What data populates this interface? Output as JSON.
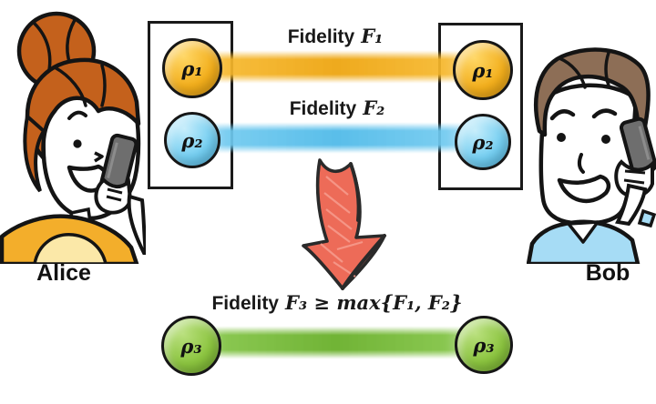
{
  "actors": {
    "alice": {
      "name": "Alice"
    },
    "bob": {
      "name": "Bob"
    }
  },
  "pairs": [
    {
      "state": "ρ₁",
      "fidelity_prefix": "Fidelity",
      "fidelity_math": "F₁",
      "state_color": "#F2AE1C",
      "band_color": "#F5B733"
    },
    {
      "state": "ρ₂",
      "fidelity_prefix": "Fidelity",
      "fidelity_math": "F₂",
      "state_color": "#74CEF1",
      "band_color": "#6FC9EF"
    }
  ],
  "result": {
    "state": "ρ₃",
    "formula_prefix": "Fidelity",
    "formula_math": "F₃ ≥ max{F₁, F₂}",
    "state_color": "#8BC43F",
    "band_color": "#7FC241"
  },
  "arrow_color": "#ED6B58"
}
